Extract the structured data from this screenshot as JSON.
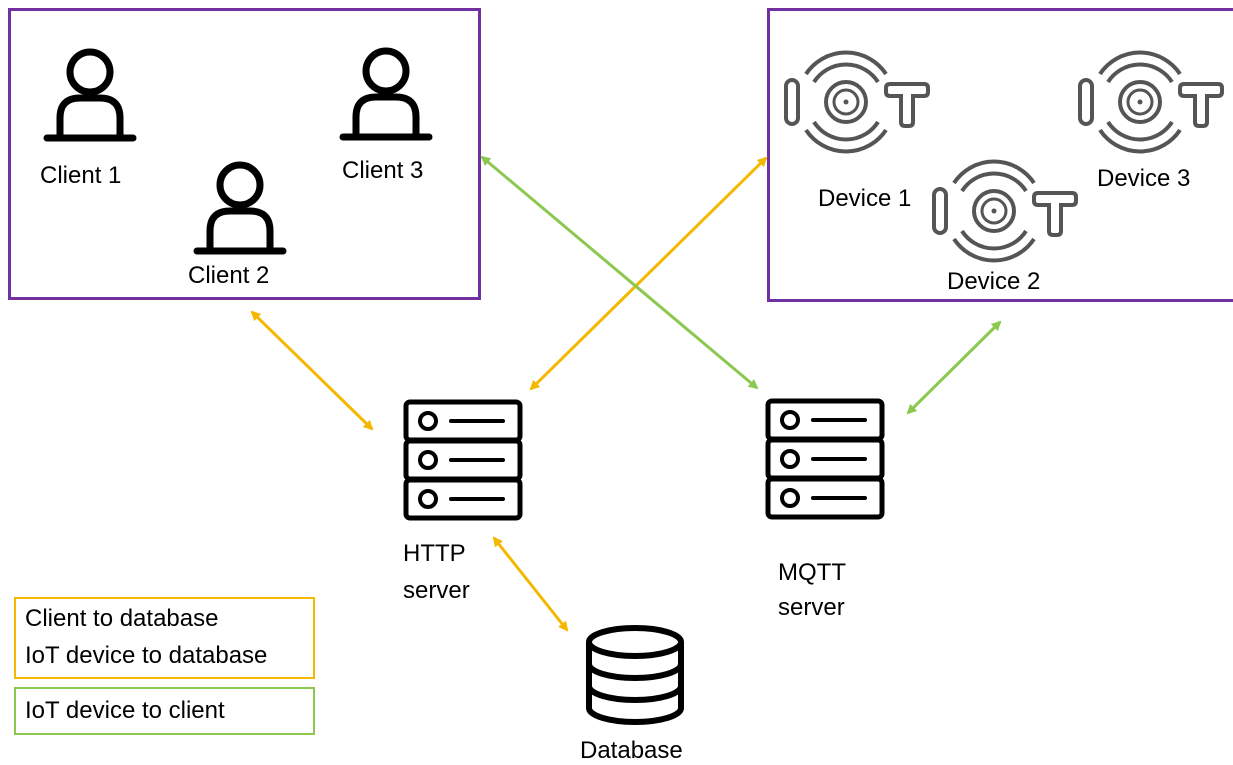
{
  "colors": {
    "group_border": "#7030a0",
    "yellow": "#f5b800",
    "green": "#8cc850",
    "icon_stroke": "#000000",
    "device_stroke": "#555555"
  },
  "clients": {
    "c1": "Client 1",
    "c2": "Client 2",
    "c3": "Client 3"
  },
  "devices": {
    "d1": "Device 1",
    "d2": "Device 2",
    "d3": "Device 3"
  },
  "servers": {
    "http_line1": "HTTP",
    "http_line2": "server",
    "mqtt_line1": "MQTT",
    "mqtt_line2": "server"
  },
  "database": {
    "label": "Database"
  },
  "legend": {
    "yellow_line1": "Client to database",
    "yellow_line2": "IoT device to database",
    "green_line1": "IoT device to client"
  }
}
